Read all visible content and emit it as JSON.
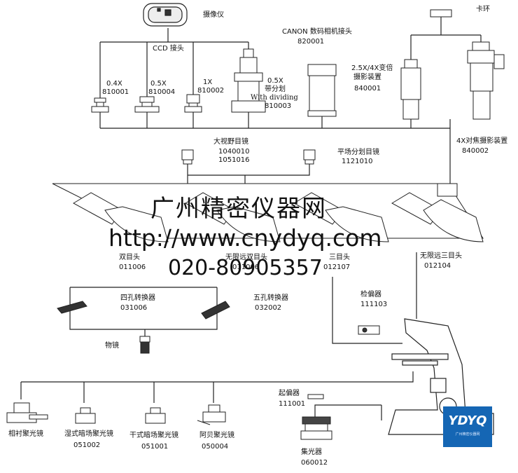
{
  "components": {
    "camera": {
      "label": "摄像仪"
    },
    "ccd_adapter": {
      "label": "CCD 接头"
    },
    "canon_adapter": {
      "label": "CANON 数码相机接头",
      "code": "820001"
    },
    "snap_ring": {
      "label": "卡环"
    },
    "adapter_04x": {
      "label": "0.4X",
      "code": "810001"
    },
    "adapter_05x": {
      "label": "0.5X",
      "code": "810004"
    },
    "adapter_1x": {
      "label": "1X",
      "code": "810002"
    },
    "adapter_05x_div": {
      "label": "0.5X",
      "label2": "带分划",
      "label3": "With dividing",
      "code": "810003"
    },
    "zoom_photo": {
      "label": "2.5X/4X变倍",
      "label2": "摄影装置",
      "code": "840001"
    },
    "focus_photo": {
      "label": "4X对焦摄影装置",
      "code": "840002"
    },
    "wide_eyepiece": {
      "label": "大视野目镜",
      "code1": "1040010",
      "code2": "1051016"
    },
    "flat_eyepiece": {
      "label": "平场分划目镜",
      "code": "1121010"
    },
    "binocular": {
      "label": "双目头",
      "code": "011006"
    },
    "inf_binocular": {
      "label": "无限远双目头",
      "code": "011006"
    },
    "trinocular": {
      "label": "三目头",
      "code": "012107"
    },
    "inf_trinocular": {
      "label": "无限远三目头",
      "code": "012104"
    },
    "nosepiece4": {
      "label": "四孔转换器",
      "code": "031006"
    },
    "nosepiece5": {
      "label": "五孔转换器",
      "code": "032002"
    },
    "objective": {
      "label": "物镜"
    },
    "analyzer": {
      "label": "检偏器",
      "code": "111103"
    },
    "polarizer": {
      "label": "起偏器",
      "code": "111001"
    },
    "condenser": {
      "label": "集光器",
      "code": "060012"
    },
    "phase_condenser": {
      "label": "相衬聚光镜"
    },
    "wet_dark_condenser": {
      "label": "湿式暗场聚光镜",
      "code": "051002"
    },
    "dry_dark_condenser": {
      "label": "干式暗场聚光镜",
      "code": "051001"
    },
    "abbe_condenser": {
      "label": "阿贝聚光镜",
      "code": "050004"
    }
  },
  "watermark": {
    "name": "广州精密仪器网",
    "url": "http://www.cnydyq.com",
    "phone": "020-80905357"
  },
  "logo": {
    "text": "YDYQ",
    "sub": "广州精密仪器网"
  }
}
